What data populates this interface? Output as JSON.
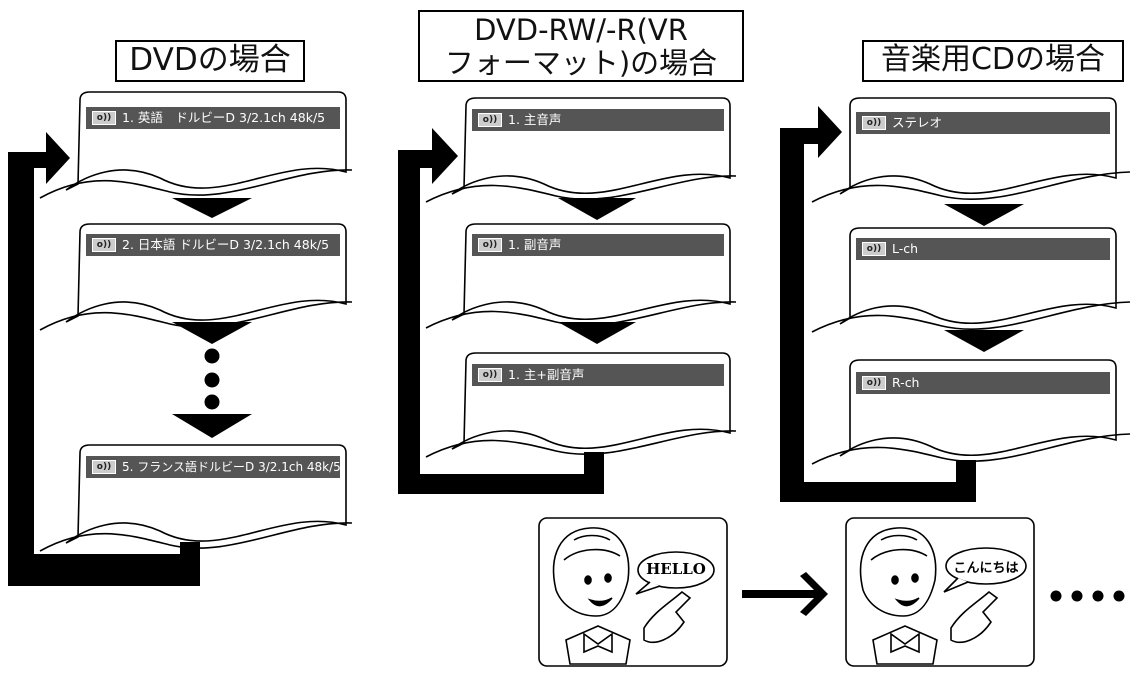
{
  "icons": {
    "audio": "audio-signal-icon",
    "arrow_down": "triangle-down-icon",
    "loop_arrow": "loop-arrow-icon",
    "right_arrow": "arrow-right-icon",
    "character": "waving-girl-icon"
  },
  "colors": {
    "bar": "#555555",
    "ink": "#000000"
  },
  "columns": [
    {
      "title": "DVDの場合",
      "screens": [
        "1. 英語　ドルビーD 3/2.1ch 48k/5",
        "2. 日本語 ドルビーD 3/2.1ch 48k/5",
        "5. フランス語ドルビーD 3/2.1ch 48k/5"
      ]
    },
    {
      "title_lines": [
        "DVD-RW/-R(VR",
        "フォーマット)の場合"
      ],
      "screens": [
        "1. 主音声",
        "1. 副音声",
        "1. 主+副音声"
      ]
    },
    {
      "title": "音楽用CDの場合",
      "screens": [
        "ステレオ",
        "L-ch",
        "R-ch"
      ]
    }
  ],
  "illustration": {
    "before_balloon": "HELLO",
    "after_balloon": "こんにちは"
  }
}
